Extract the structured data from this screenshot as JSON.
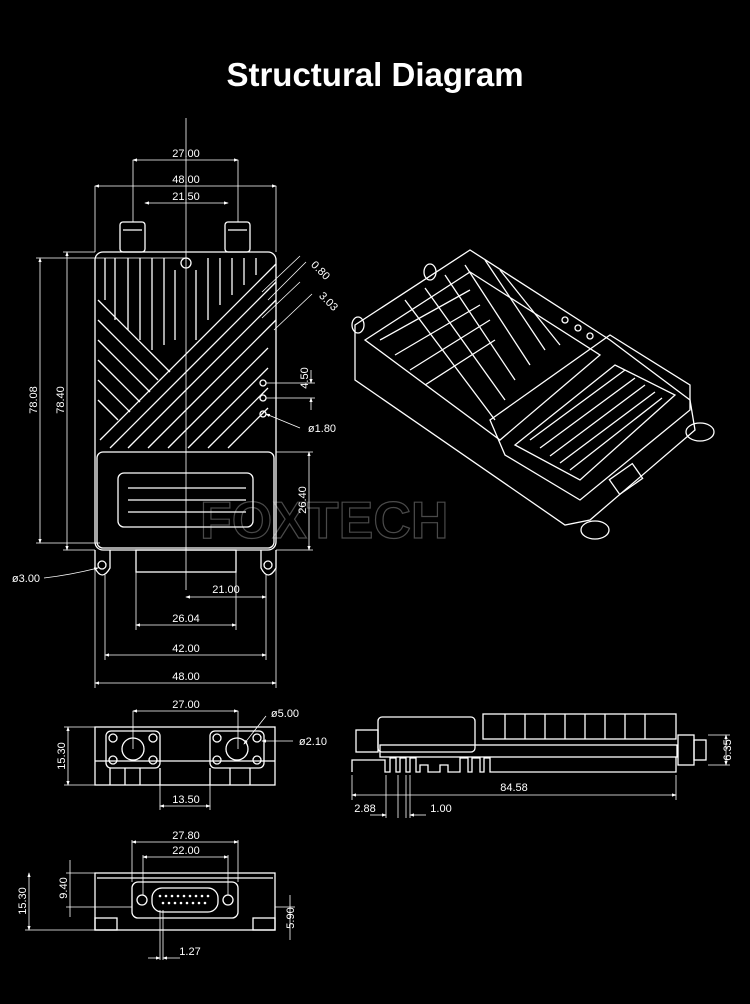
{
  "title": "Structural Diagram",
  "watermark": "FOXTECH",
  "top_view": {
    "dims": {
      "connector_spacing": "27.00",
      "width_top": "48.00",
      "inner_spacing": "21.50",
      "height_outer": "78.08",
      "height_body": "78.40",
      "fin_width": "0.80",
      "fin_pitch": "3.03",
      "led_pitch": "4.50",
      "led_diameter": "ø1.80",
      "cover_height": "26.40",
      "mount_hole": "ø3.00",
      "hole_offset": "21.00",
      "connector_width": "26.04",
      "hole_spacing": "42.00",
      "width_bottom": "48.00"
    }
  },
  "front_view": {
    "dims": {
      "connector_spacing": "27.00",
      "connector_diameter": "ø5.00",
      "screw_diameter": "ø2.10",
      "height": "15.30",
      "offset": "13.50"
    }
  },
  "side_view": {
    "dims": {
      "length": "84.58",
      "fin_gap": "2.88",
      "fin_thickness": "1.00",
      "connector_height": "6.35"
    }
  },
  "back_view": {
    "dims": {
      "outer_width": "27.80",
      "inner_width": "22.00",
      "connector_height": "9.40",
      "height": "15.30",
      "base_offset": "5.90",
      "pin_pitch": "1.27"
    }
  }
}
